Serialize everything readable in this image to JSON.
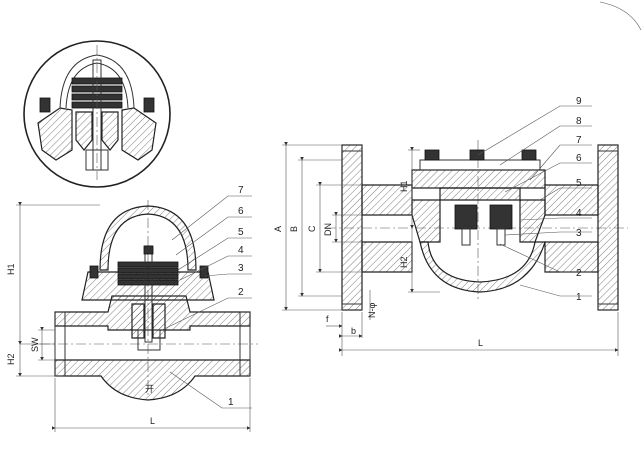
{
  "left_view": {
    "part_numbers": [
      "7",
      "6",
      "5",
      "4",
      "3",
      "2",
      "1"
    ],
    "dimensions": {
      "overall_height": "H1",
      "lower_height": "H2",
      "socket": "SW",
      "length": "L"
    },
    "note": "开"
  },
  "right_view": {
    "part_numbers": [
      "9",
      "8",
      "7",
      "6",
      "5",
      "4",
      "3",
      "2",
      "1"
    ],
    "dimensions": {
      "A": "A",
      "B": "B",
      "C": "C",
      "DN": "DN",
      "H1": "H1",
      "H2": "H2",
      "f": "f",
      "b": "b",
      "N_phi": "N-φ",
      "L": "L"
    }
  }
}
